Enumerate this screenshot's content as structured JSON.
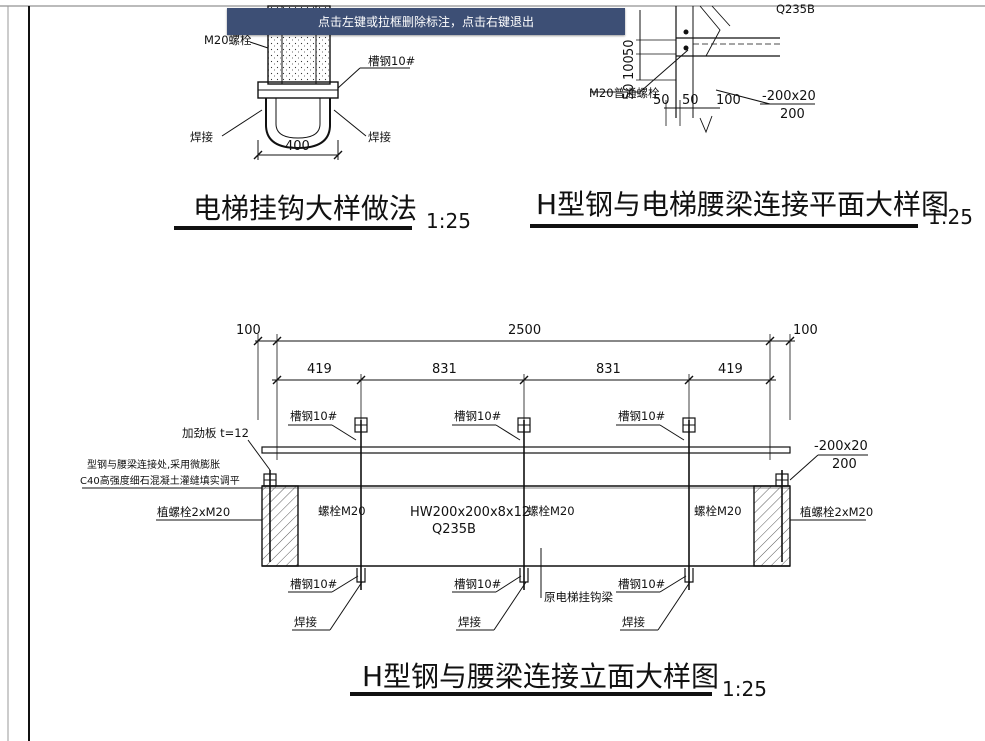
{
  "banner": {
    "text": "点击左键或拉框删除标注，点击右键退出"
  },
  "detail_hook": {
    "bolt_label": "M20螺栓",
    "channel_label": "槽钢10#",
    "weld_left": "焊接",
    "weld_right": "焊接",
    "width_dim": "400",
    "title": "电梯挂钩大样做法",
    "scale": "1:25"
  },
  "detail_plan": {
    "partial_top": "Q235B",
    "dim_50": "50",
    "dim_100": "100",
    "dim_50b": "50",
    "bolt_label": "M20普通螺栓",
    "dims_bottom": [
      "50",
      "50",
      "100"
    ],
    "plate_label": "-200x20",
    "plate_width": "200",
    "title": "H型钢与电梯腰梁连接平面大样图",
    "scale": "1:25"
  },
  "detail_elevation": {
    "dim_total": "2500",
    "dim_edge_left": "100",
    "dim_edge_right": "100",
    "dims_segments": [
      "419",
      "831",
      "831",
      "419"
    ],
    "stiffener_label": "加劲板 t=12",
    "note_line1": "型钢与腰梁连接处,采用微膨胀",
    "note_line2": "C40高强度细石混凝土灌缝填实调平",
    "channel_top_labels": [
      "槽钢10#",
      "槽钢10#",
      "槽钢10#"
    ],
    "channel_bottom_labels": [
      "槽钢10#",
      "槽钢10#",
      "槽钢10#"
    ],
    "weld_labels": [
      "焊接",
      "焊接",
      "焊接"
    ],
    "anchor_left": "植螺栓2xM20",
    "anchor_right": "植螺栓2xM20",
    "bolt_labels": [
      "螺栓M20",
      "螺栓M20",
      "螺栓M20"
    ],
    "beam_spec_line1": "HW200x200x8x12",
    "beam_spec_line2": "Q235B",
    "existing_beam": "原电梯挂钩梁",
    "plate_label": "-200x20",
    "plate_width": "200",
    "title": "H型钢与腰梁连接立面大样图",
    "scale": "1:25"
  }
}
